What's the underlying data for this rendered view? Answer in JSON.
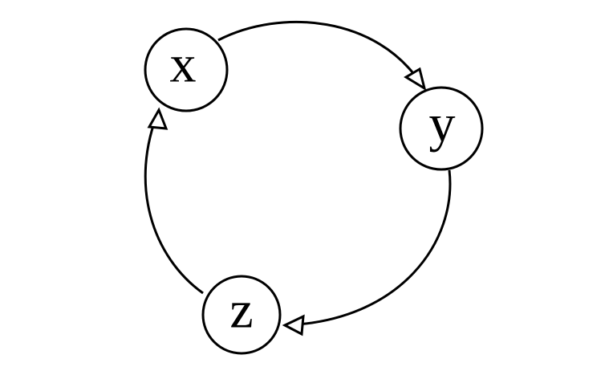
{
  "diagram": {
    "nodes": [
      {
        "id": "x",
        "label": "x"
      },
      {
        "id": "y",
        "label": "y"
      },
      {
        "id": "z",
        "label": "z"
      }
    ],
    "edges": [
      {
        "from": "x",
        "to": "y"
      },
      {
        "from": "y",
        "to": "z"
      },
      {
        "from": "z",
        "to": "x"
      }
    ],
    "colors": {
      "stroke": "#000000",
      "fill": "#ffffff",
      "text": "#000000"
    }
  }
}
